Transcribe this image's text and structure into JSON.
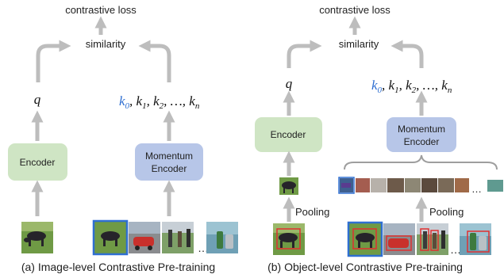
{
  "panel_a": {
    "loss_label": "contrastive loss",
    "similarity_label": "similarity",
    "query_symbol": "q",
    "keys": {
      "k0": "k",
      "k0_sub": "0",
      "rest": ", k",
      "k1_sub": "1",
      "k2": ", k",
      "k2_sub": "2",
      "dots": ", …, k",
      "kn_sub": "n"
    },
    "encoder_label": "Encoder",
    "momentum_encoder_label_1": "Momentum",
    "momentum_encoder_label_2": "Encoder",
    "ellipsis": "…",
    "caption": "(a) Image-level Contrastive Pre-training"
  },
  "panel_b": {
    "loss_label": "contrastive loss",
    "similarity_label": "similarity",
    "query_symbol": "q",
    "encoder_label": "Encoder",
    "momentum_encoder_label_1": "Momentum",
    "momentum_encoder_label_2": "Encoder",
    "pooling_left": "Pooling",
    "pooling_right": "Pooling",
    "ellipsis": "…",
    "caption": "(b) Object-level Contrastive Pre-training"
  },
  "colors": {
    "encoder_fill": "#cfe5c4",
    "momentum_fill": "#b7c6e8",
    "arrow": "#bdbdbd",
    "k0_color": "#2f6fd1",
    "highlight_box": "#2f6fd1",
    "object_box": "#e03030"
  }
}
